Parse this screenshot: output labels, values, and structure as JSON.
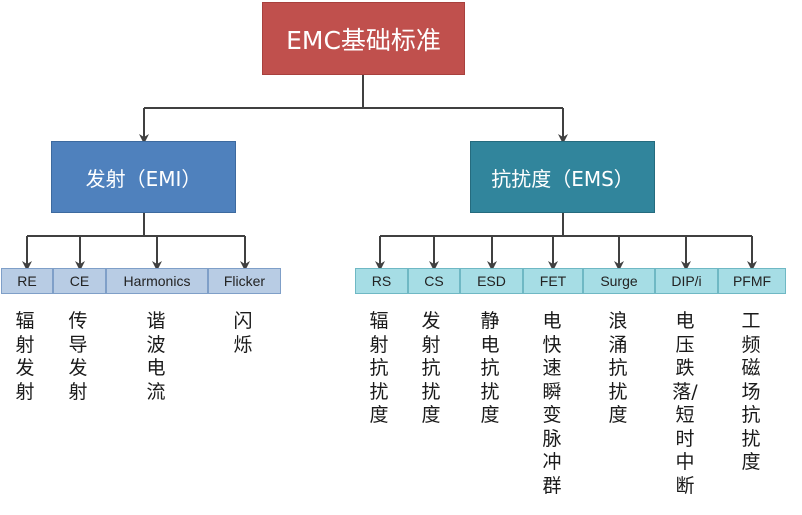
{
  "root": {
    "label": "EMC基础标准"
  },
  "emi": {
    "label": "发射（EMI）",
    "items": [
      {
        "code": "RE",
        "desc": "辐射发射"
      },
      {
        "code": "CE",
        "desc": "传导发射"
      },
      {
        "code": "Harmonics",
        "desc": "谐波电流"
      },
      {
        "code": "Flicker",
        "desc": "闪烁"
      }
    ]
  },
  "ems": {
    "label": "抗扰度（EMS）",
    "items": [
      {
        "code": "RS",
        "desc": "辐射抗扰度"
      },
      {
        "code": "CS",
        "desc": "发射抗扰度"
      },
      {
        "code": "ESD",
        "desc": "静电抗扰度"
      },
      {
        "code": "FET",
        "desc": "电快速瞬变脉冲群"
      },
      {
        "code": "Surge",
        "desc": "浪涌抗扰度"
      },
      {
        "code": "DIP/i",
        "desc": "电压跌落/短时中断"
      },
      {
        "code": "PFMF",
        "desc": "工频磁场抗扰度"
      }
    ]
  },
  "colors": {
    "root": "#c0504d",
    "emi": "#4f81bd",
    "ems": "#31859c",
    "emi_leaf": "#b8cce4",
    "ems_leaf": "#a6dde5",
    "connector": "#404040"
  }
}
